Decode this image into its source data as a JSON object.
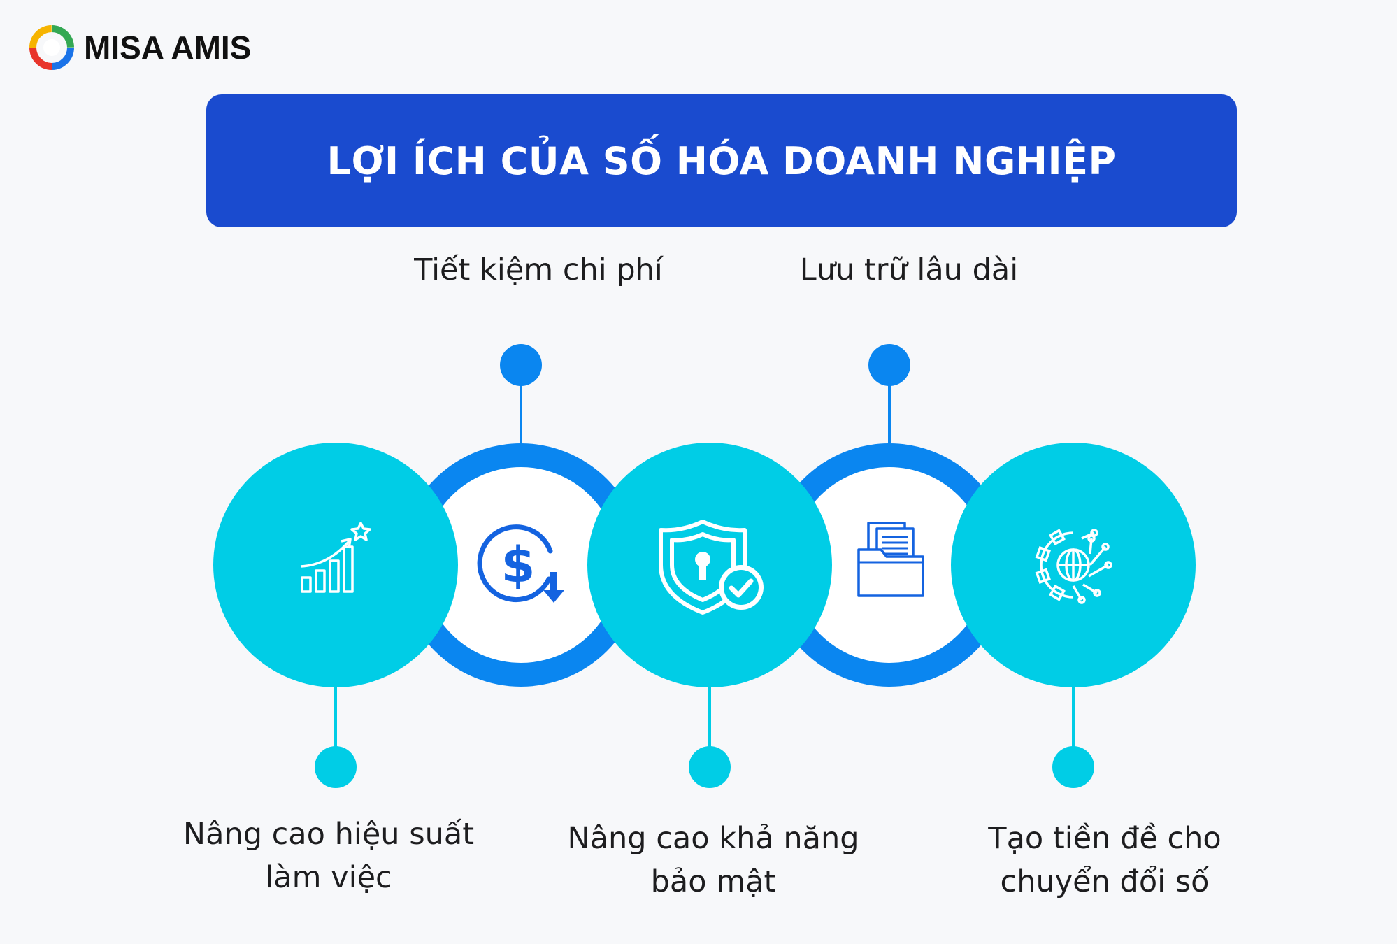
{
  "brand": {
    "name": "MISA AMIS"
  },
  "title": "LỢI ÍCH CỦA SỐ HÓA DOANH NGHIỆP",
  "benefits": [
    {
      "label_lines": [
        "Nâng cao hiệu suất",
        "làm việc"
      ],
      "icon": "chart-growth-icon",
      "position": "bottom"
    },
    {
      "label_lines": [
        "Tiết kiệm chi phí"
      ],
      "icon": "dollar-down-icon",
      "position": "top"
    },
    {
      "label_lines": [
        "Nâng cao khả năng",
        "bảo mật"
      ],
      "icon": "shield-check-icon",
      "position": "bottom"
    },
    {
      "label_lines": [
        "Lưu trữ lâu dài"
      ],
      "icon": "folder-documents-icon",
      "position": "top"
    },
    {
      "label_lines": [
        "Tạo tiền đề cho",
        "chuyển đổi số"
      ],
      "icon": "gear-globe-icon",
      "position": "bottom"
    }
  ],
  "colors": {
    "banner": "#1a4bcf",
    "filled_circle": "#00cde6",
    "ring": "#0a86f0",
    "top_dot": "#0a86f0",
    "bottom_dot": "#00cde6",
    "text": "#1d1d1f"
  }
}
